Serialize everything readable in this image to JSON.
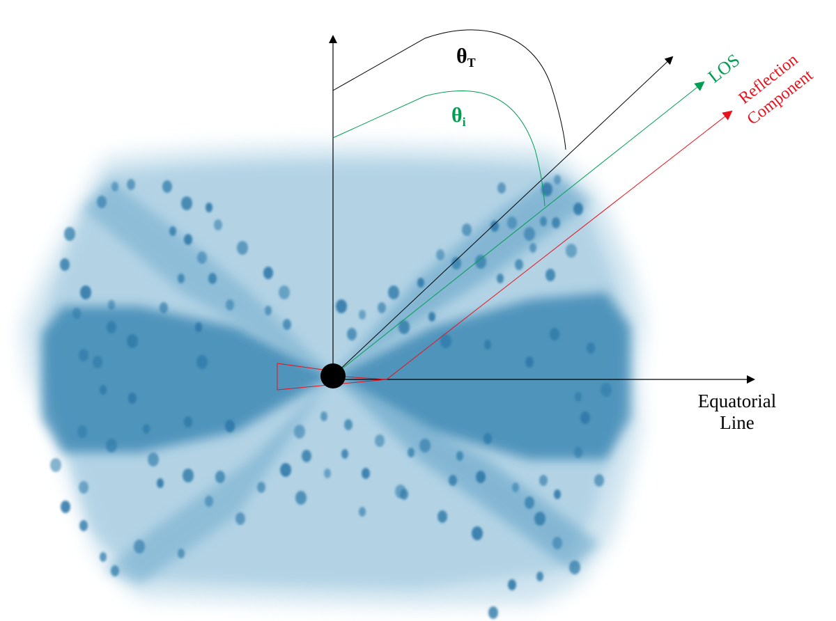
{
  "labels": {
    "theta_t": "θ",
    "theta_t_sub": "T",
    "theta_i": "θ",
    "theta_i_sub": "i",
    "los": "LOS",
    "reflection_line1": "Reflection",
    "reflection_line2": "Component",
    "equatorial_line1": "Equatorial",
    "equatorial_line2": "Line"
  },
  "colors": {
    "torus_light": "#bcd8e8",
    "torus_mid": "#7fb3d0",
    "torus_dark": "#2f7fae",
    "clump": "#2c78a8",
    "axis": "#000000",
    "los": "#009e50",
    "reflection": "#e8121c",
    "black_hole": "#000000"
  },
  "icons": {
    "black_hole": "black-hole-icon"
  }
}
